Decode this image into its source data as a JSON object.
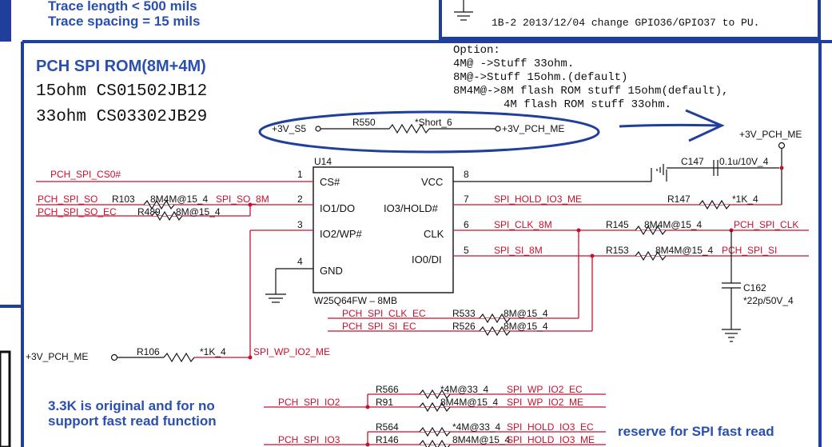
{
  "top_notes": {
    "line1": "Trace length < 500 mils",
    "line2": "Trace spacing = 15 mils",
    "revision": "1B-2  2013/12/04 change GPIO36/GPIO37 to PU."
  },
  "title": {
    "main": "PCH SPI ROM(8M+4M)",
    "line1": "15ohm CS01502JB12",
    "line2": "33ohm CS03302JB29"
  },
  "option": {
    "heading": "Option:",
    "l1": "4M@ ->Stuff 33ohm.",
    "l2": "8M@->Stuff 15ohm.(default)",
    "l3": "8M4M@->8M flash ROM stuff 15ohm(default),",
    "l4": "4M flash ROM stuff 33ohm."
  },
  "r550": {
    "left_net": "+3V_S5",
    "ref": "R550",
    "value": "*Short_6",
    "right_net": "+3V_PCH_ME"
  },
  "power_net": "+3V_PCH_ME",
  "chip": {
    "ref": "U14",
    "part": "W25Q64FW  – 8MB",
    "pins_left": [
      {
        "num": "1",
        "name": "CS#"
      },
      {
        "num": "2",
        "name": "IO1/DO"
      },
      {
        "num": "3",
        "name": "IO2/WP#"
      },
      {
        "num": "4",
        "name": "GND"
      }
    ],
    "pins_right": [
      {
        "num": "8",
        "name": "VCC"
      },
      {
        "num": "7",
        "name": "IO3/HOLD#"
      },
      {
        "num": "6",
        "name": "CLK"
      },
      {
        "num": "5",
        "name": "IO0/DI"
      }
    ]
  },
  "c147": {
    "ref": "C147",
    "value": "0.1u/10V_4"
  },
  "c162": {
    "ref": "C162",
    "value": "*22p/50V_4"
  },
  "nets_left": {
    "cs0": "PCH_SPI_CS0#",
    "so": "PCH_SPI_SO",
    "r103": "R103",
    "r103_val": "8M4M@15_4",
    "so_8m": "SPI_SO_8M",
    "so_ec": "PCH_SPI_SO_EC",
    "r489": "R489",
    "r489_val": "8M@15_4"
  },
  "nets_right": {
    "hold_me": "SPI_HOLD_IO3_ME",
    "r147": "R147",
    "r147_val": "*1K_4",
    "clk_8m": "SPI_CLK_8M",
    "r145": "R145",
    "r145_val": "8M4M@15_4",
    "pch_clk": "PCH_SPI_CLK",
    "si_8m": "SPI_SI_8M",
    "r153": "R153",
    "r153_val": "8M4M@15_4",
    "pch_si": "PCH_SPI_SI"
  },
  "ec": {
    "clk_ec": "PCH_SPI_CLK_EC",
    "r533": "R533",
    "r533_val": "8M@15_4",
    "si_ec": "PCH_SPI_SI_EC",
    "r526": "R526",
    "r526_val": "8M@15_4"
  },
  "wp": {
    "left_net": "+3V_PCH_ME",
    "ref": "R106",
    "value": "*1K_4",
    "net": "SPI_WP_IO2_ME"
  },
  "bottom_note": {
    "l1": "3.3K is original and  for no",
    "l2": "support fast read function",
    "reserve": "reserve for SPI fast read"
  },
  "io2": {
    "net": "PCH_SPI_IO2",
    "r566": "R566",
    "r566_val": "*4M@33_4",
    "wp_ec": "SPI_WP_IO2_EC",
    "r91": "R91",
    "r91_val": "8M4M@15_4",
    "wp_me": "SPI_WP_IO2_ME"
  },
  "io3": {
    "net": "PCH_SPI_IO3",
    "r564": "R564",
    "r564_val": "*4M@33_4",
    "hold_ec": "SPI_HOLD_IO3_EC",
    "r146": "R146",
    "r146_val": "8M4M@15_4",
    "hold_me": "SPI_HOLD_IO3_ME"
  }
}
